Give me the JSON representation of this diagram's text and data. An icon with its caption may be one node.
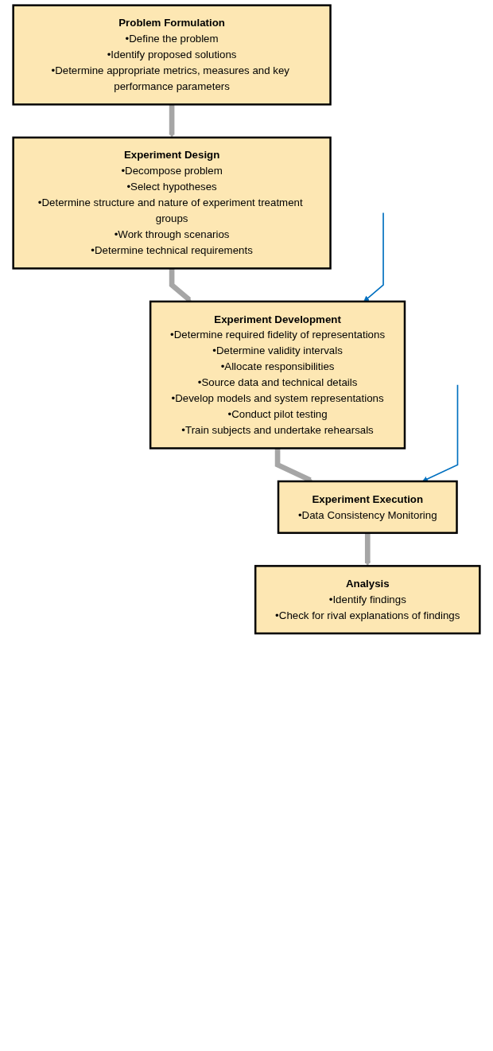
{
  "diagram": {
    "nodes": [
      {
        "text": [
          "Problem Formulation",
          "•Define the problem",
          "•Identify proposed solutions",
          "•Determine appropriate metrics, measures and key performance parameters"
        ]
      },
      {
        "text": [
          "Experiment Design",
          "•Decompose problem",
          "•Select hypotheses",
          "•Determine structure and nature of experiment treatment groups",
          "•Work through scenarios",
          "•Determine technical requirements"
        ]
      },
      {
        "text": [
          "Experiment Development",
          "•Determine required fidelity of representations",
          "•Determine validity intervals",
          "•Allocate responsibilities",
          "•Source data and technical details",
          "•Develop models and system representations",
          "•Conduct pilot testing",
          "•Train subjects and undertake rehearsals"
        ]
      },
      {
        "text": [
          "Experiment Execution",
          "•Data Consistency Monitoring"
        ]
      },
      {
        "text": [
          "Analysis",
          "•Identify findings",
          "•Check for rival explanations of findings"
        ]
      }
    ],
    "edges": [
      {
        "from": 0,
        "to": 1,
        "arrow": "to"
      },
      {
        "from": 1,
        "to": 2,
        "arrow": "to"
      },
      {
        "from": 2,
        "to": 3,
        "arrow": "to"
      },
      {
        "from": 3,
        "to": 4,
        "arrow": "to"
      },
      {
        "from": null,
        "to": 2,
        "arrow": "to",
        "color": "#0070c0"
      },
      {
        "from": null,
        "to": 3,
        "arrow": "to",
        "color": "#0070c0"
      }
    ]
  }
}
